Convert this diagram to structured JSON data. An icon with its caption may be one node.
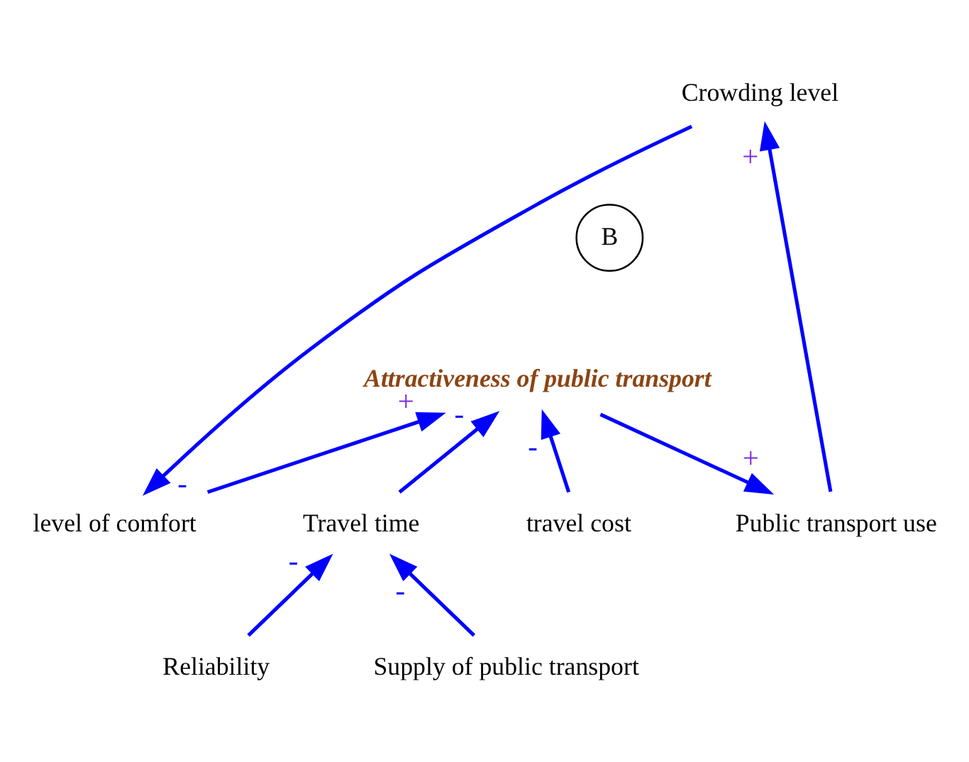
{
  "diagram": {
    "nodes": [
      {
        "text": [
          "Crowding level"
        ]
      },
      {
        "text": [
          "level of comfort"
        ]
      },
      {
        "text": [
          "Public transport use"
        ]
      },
      {
        "text": [
          "Attractiveness of public transport"
        ]
      },
      {
        "text": [
          "Travel time"
        ]
      },
      {
        "text": [
          "travel cost"
        ]
      },
      {
        "text": [
          "Reliability"
        ]
      },
      {
        "text": [
          "Supply of public transport"
        ]
      }
    ],
    "edges": [
      {
        "from": 2,
        "to": 0,
        "arrow": "to",
        "label": "+"
      },
      {
        "from": 0,
        "to": 1,
        "arrow": "to",
        "label": "-"
      },
      {
        "from": 1,
        "to": 3,
        "arrow": "to",
        "label": "+"
      },
      {
        "from": 3,
        "to": 2,
        "arrow": "to",
        "label": "+"
      },
      {
        "from": 4,
        "to": 3,
        "arrow": "to",
        "label": "-"
      },
      {
        "from": 5,
        "to": 3,
        "arrow": "to",
        "label": "-"
      },
      {
        "from": 6,
        "to": 4,
        "arrow": "to",
        "label": "-"
      },
      {
        "from": 7,
        "to": 4,
        "arrow": "to",
        "label": "-"
      }
    ],
    "labels": [
      "B"
    ]
  }
}
